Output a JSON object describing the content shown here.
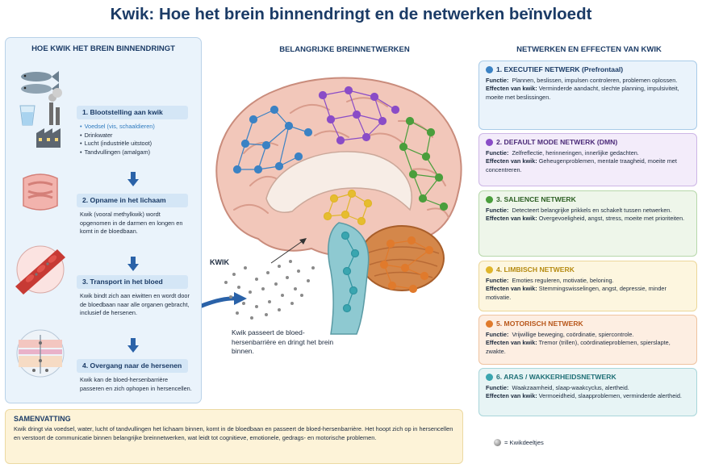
{
  "title": "Kwik: Hoe het brein binnendringt en de netwerken beïnvloedt",
  "left": {
    "heading": "HOE KWIK HET BREIN BINNENDRINGT",
    "steps": [
      {
        "title": "1. Blootstelling aan kwik",
        "items": [
          "Voedsel (vis, schaaldieren)",
          "Drinkwater",
          "Lucht (industriële uitstoot)",
          "Tandvullingen (amalgam)"
        ]
      },
      {
        "title": "2. Opname in het lichaam",
        "desc": "Kwik (vooral methylkwik) wordt opgenomen in de darmen en longen en komt in de bloedbaan."
      },
      {
        "title": "3. Transport in het bloed",
        "desc": "Kwik bindt zich aan eiwitten en wordt door de bloedbaan naar alle organen gebracht, inclusief de hersenen."
      },
      {
        "title": "4. Overgang naar de hersenen",
        "desc": "Kwik kan de bloed-hersenbarrière passeren en zich ophopen in hersencellen."
      }
    ]
  },
  "middle": {
    "heading": "BELANGRIJKE BREINNETWERKEN",
    "kwik_label": "KWIK",
    "bbb_text": "Kwik passeert de bloed-hersenbarrière en dringt het brein binnen."
  },
  "right": {
    "heading": "NETWERKEN EN EFFECTEN VAN KWIK",
    "networks": [
      {
        "title": "1. EXECUTIEF NETWERK (Prefrontaal)",
        "color": "#3b82c4",
        "bg": "#eaf3fb",
        "border": "#a9cbe8",
        "title_color": "#1b3b66",
        "functie": "Plannen, beslissen, impulsen controleren, problemen oplossen.",
        "effecten": "Verminderde aandacht, slechte planning, impulsiviteit, moeite met beslissingen."
      },
      {
        "title": "2. DEFAULT MODE NETWERK (DMN)",
        "color": "#8a4cc7",
        "bg": "#f3ecfa",
        "border": "#cdb6e6",
        "title_color": "#4b2a78",
        "functie": "Zelfreflectie, herinneringen, innerlijke gedachten.",
        "effecten": "Geheugenproblemen, mentale traagheid, moeite met concentreren."
      },
      {
        "title": "3. SALIENCE NETWERK",
        "color": "#4a9e3c",
        "bg": "#eef6ea",
        "border": "#b7d8ab",
        "title_color": "#2b5e22",
        "functie": "Detecteert belangrijke prikkels en schakelt tussen netwerken.",
        "effecten": "Overgevoeligheid, angst, stress, moeite met prioriteiten."
      },
      {
        "title": "4. LIMBISCH NETWERK",
        "color": "#e0b52a",
        "bg": "#fdf6df",
        "border": "#ecd79a",
        "title_color": "#b58a10",
        "functie": "Emoties reguleren, motivatie, beloning.",
        "effecten": "Stemmingswisselingen, angst, depressie, minder motivatie."
      },
      {
        "title": "5. MOTORISCH NETWERK",
        "color": "#e07a2c",
        "bg": "#fdeee2",
        "border": "#efc3a0",
        "title_color": "#b8561a",
        "functie": "Vrijwillige beweging, coördinatie, spiercontrole.",
        "effecten": "Tremor (trillen), coördinatieproblemen, spierslapte, zwakte."
      },
      {
        "title": "6. ARAS / WAKKERHEIDSNETWERK",
        "color": "#3aa6b0",
        "bg": "#e7f4f5",
        "border": "#a9d6da",
        "title_color": "#1e6f76",
        "functie": "Waakzaamheid, slaap-waakcyclus, alertheid.",
        "effecten": "Vermoeidheid, slaapproblemen, verminderde alertheid."
      }
    ],
    "functie_label": "Functie:",
    "effecten_label": "Effecten van kwik:"
  },
  "summary": {
    "title": "SAMENVATTING",
    "text": "Kwik dringt via voedsel, water, lucht of tandvullingen het lichaam binnen, komt in de bloedbaan en passeert de bloed-hersenbarrière. Het hoopt zich op in hersencellen en verstoort de communicatie binnen belangrijke breinnetwerken, wat leidt tot cognitieve, emotionele, gedrags- en motorische problemen."
  },
  "legend": {
    "label": "= Kwikdeeltjes"
  }
}
